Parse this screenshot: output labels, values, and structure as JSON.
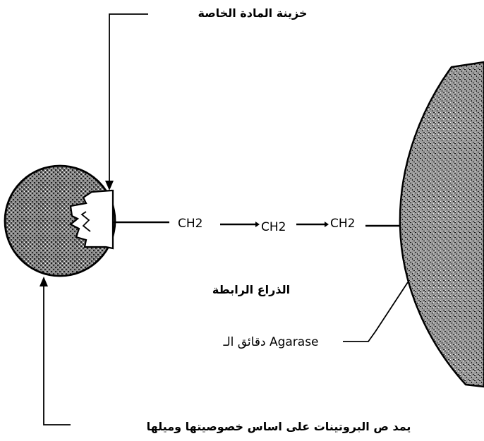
{
  "labels": {
    "ligand_reservoir": "خزينة المادة الخاصة",
    "spacer_arm": "الذراع الرابطة",
    "agarase_beads": "دقائق الـ  Agarase",
    "protein_adsorption": "يمد ص البروتينات على اساس خصوصيتها وميلها"
  },
  "chain": [
    "CH2",
    "CH2",
    "CH2"
  ],
  "colors": {
    "ink": "#000000",
    "bead_fill": "#6a6a6a",
    "background": "#ffffff"
  }
}
